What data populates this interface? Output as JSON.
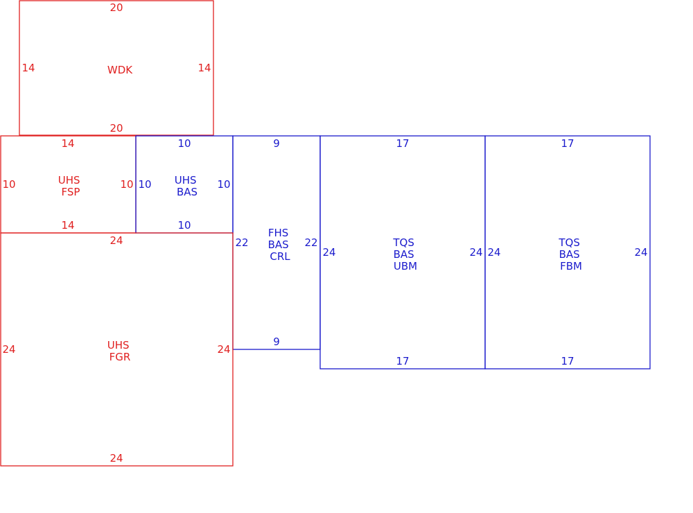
{
  "colors": {
    "red": "#e02020",
    "blue": "#1a1acc"
  },
  "areas": [
    {
      "id": "wdk",
      "color": "red",
      "label": [
        "WDK"
      ],
      "dims": {
        "top": "20",
        "bottom": "20",
        "left": "14",
        "right": "14"
      }
    },
    {
      "id": "uhs-fsp",
      "color": "red",
      "label": [
        "UHS",
        "FSP"
      ],
      "dims": {
        "top": "14",
        "bottom": "14",
        "left": "10",
        "right": "10"
      }
    },
    {
      "id": "uhs-bas",
      "color": "blue",
      "label": [
        "UHS",
        "BAS"
      ],
      "dims": {
        "top": "10",
        "bottom": "10",
        "left": "10",
        "right": "10"
      }
    },
    {
      "id": "fhs-bas-crl",
      "color": "blue",
      "label": [
        "FHS",
        "BAS",
        "CRL"
      ],
      "dims": {
        "top": "9",
        "bottom": "9",
        "left": "22",
        "right": "22"
      }
    },
    {
      "id": "tqs-bas-ubm",
      "color": "blue",
      "label": [
        "TQS",
        "BAS",
        "UBM"
      ],
      "dims": {
        "top": "17",
        "bottom": "17",
        "left": "24",
        "right": "24"
      }
    },
    {
      "id": "tqs-bas-fbm",
      "color": "blue",
      "label": [
        "TQS",
        "BAS",
        "FBM"
      ],
      "dims": {
        "top": "17",
        "bottom": "17",
        "left": "24",
        "right": "24"
      }
    },
    {
      "id": "uhs-fgr",
      "color": "red",
      "label": [
        "UHS",
        "FGR"
      ],
      "dims": {
        "top": "24",
        "bottom": "24",
        "left": "24",
        "right": "24"
      }
    }
  ]
}
